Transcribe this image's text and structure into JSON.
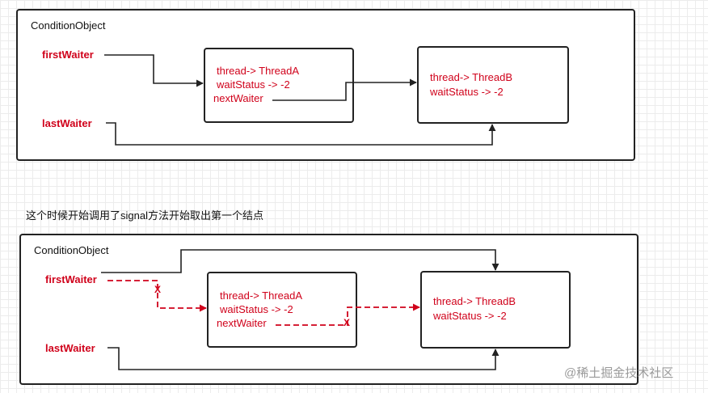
{
  "top_diagram": {
    "title": "ConditionObject",
    "first_waiter_label": "firstWaiter",
    "last_waiter_label": "lastWaiter",
    "node_a": {
      "thread": "thread-> ThreadA",
      "wait_status": "waitStatus -> -2",
      "next_waiter": "nextWaiter"
    },
    "node_b": {
      "thread": "thread-> ThreadB",
      "wait_status": "waitStatus -> -2"
    }
  },
  "caption": "这个时候开始调用了signal方法开始取出第一个结点",
  "bottom_diagram": {
    "title": "ConditionObject",
    "first_waiter_label": "firstWaiter",
    "last_waiter_label": "lastWaiter",
    "node_a": {
      "thread": "thread-> ThreadA",
      "wait_status": "waitStatus -> -2",
      "next_waiter": "nextWaiter"
    },
    "node_b": {
      "thread": "thread-> ThreadB",
      "wait_status": "waitStatus -> -2"
    },
    "cut_mark_1": "X",
    "cut_mark_2": "X"
  },
  "watermark": "@稀土掘金技术社区",
  "colors": {
    "accent_red": "#d0021b",
    "line_black": "#222222"
  }
}
